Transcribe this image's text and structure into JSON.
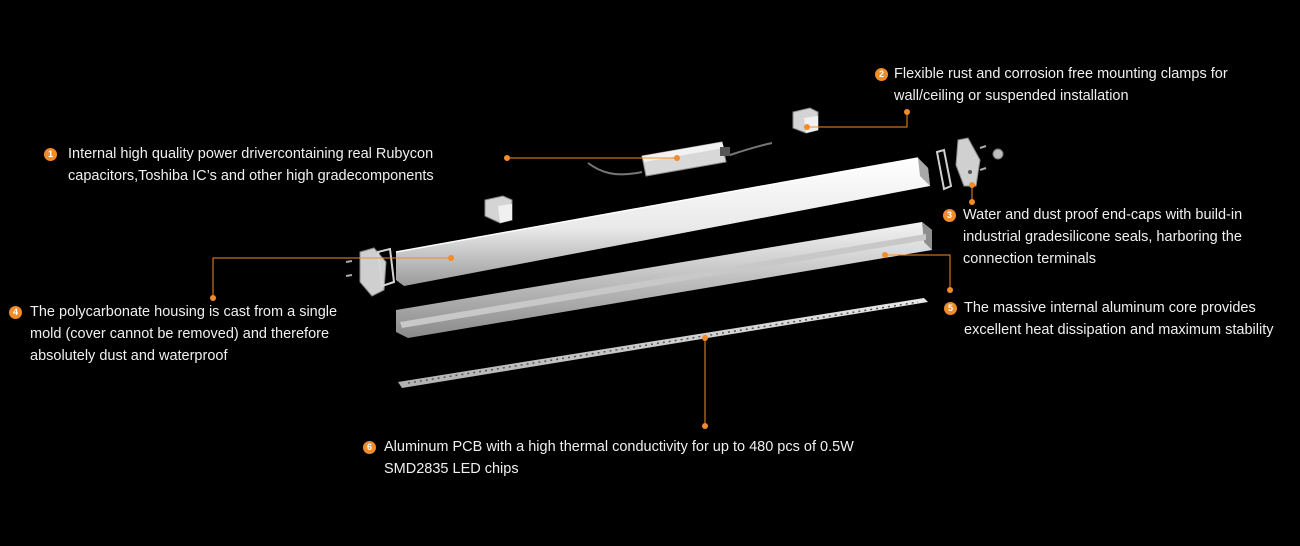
{
  "accent_color": "#f28c28",
  "callouts": [
    {
      "num": "1",
      "line1": "Internal high quality power drivercontaining real Rubycon",
      "line2": "capacitors,Toshiba IC’s and other high gradecomponents"
    },
    {
      "num": "2",
      "line1": "Flexible rust and corrosion free mounting clamps for",
      "line2": "wall/ceiling or suspended installation"
    },
    {
      "num": "3",
      "line1": "Water and dust proof end-caps with build-in",
      "line2": "industrial gradesilicone seals, harboring the",
      "line3": "connection terminals"
    },
    {
      "num": "4",
      "line1": "The polycarbonate housing is cast from a single",
      "line2": "mold (cover cannot be removed) and therefore",
      "line3": "absolutely dust and waterproof"
    },
    {
      "num": "5",
      "line1": "The massive internal aluminum core provides",
      "line2": "excellent heat dissipation and maximum stability"
    },
    {
      "num": "6",
      "line1": "Aluminum PCB with a high thermal conductivity for up to 480 pcs of 0.5W",
      "line2": "SMD2835 LED chips"
    }
  ]
}
